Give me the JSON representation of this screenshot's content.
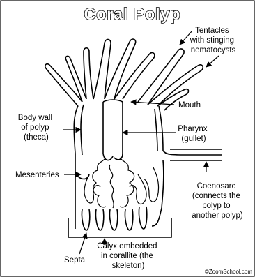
{
  "title": "Coral Polyp",
  "labels": {
    "tentacles": [
      "Tentacles",
      "with stinging",
      "nematocysts"
    ],
    "mouth": "Mouth",
    "body_wall": [
      "Body wall",
      "of polyp",
      "(theca)"
    ],
    "pharynx": [
      "Pharynx",
      "(gullet)"
    ],
    "mesenteries": "Mesenteries",
    "coenosarc": [
      "Coenosarc",
      "(connects the",
      "polyp to",
      "another polyp)"
    ],
    "septa": "Septa",
    "calyx": [
      "Calyx embedded",
      "in corallite (the",
      "skeleton)"
    ]
  },
  "credit": "©ZoomSchool.com"
}
